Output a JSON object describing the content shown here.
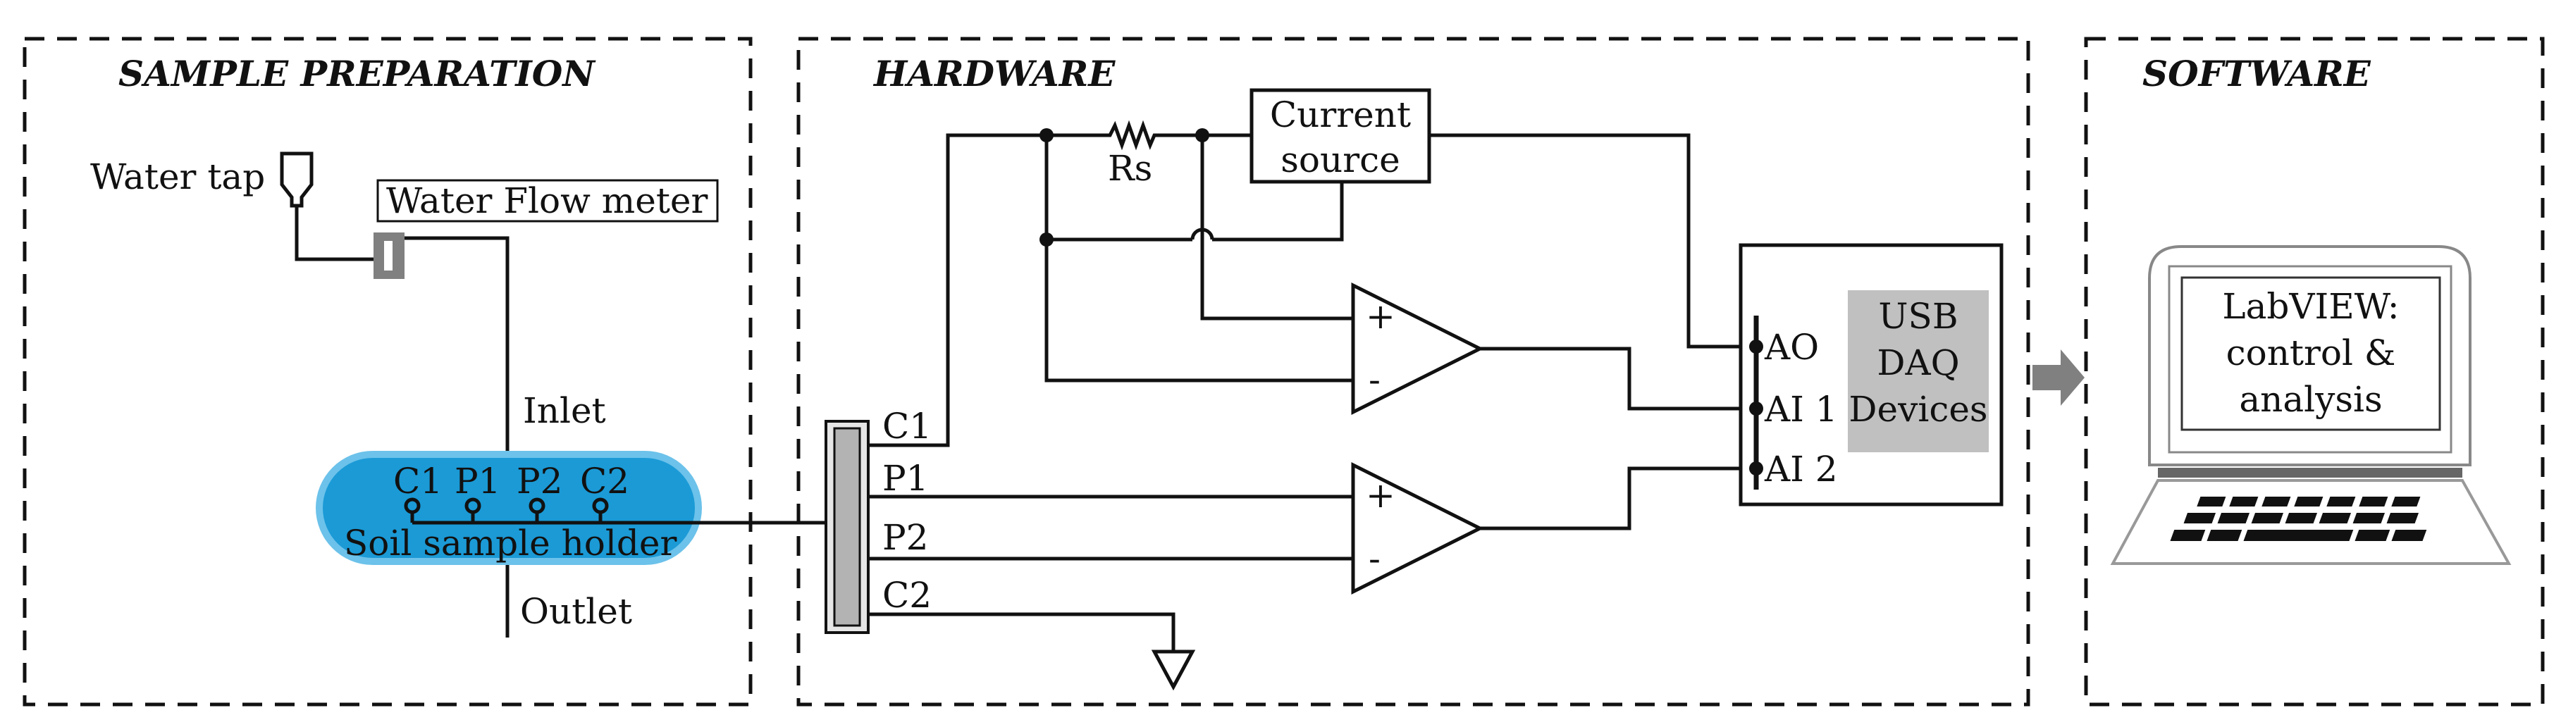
{
  "sections": {
    "sample_prep": "SAMPLE PREPARATION",
    "hardware": "HARDWARE",
    "software": "SOFTWARE"
  },
  "sample": {
    "water_tap": "Water tap",
    "flow_meter": "Water Flow meter",
    "inlet": "Inlet",
    "outlet": "Outlet",
    "electrodes": [
      "C1",
      "P1",
      "P2",
      "C2"
    ],
    "holder": "Soil sample holder",
    "holder_color": "#1b9ad6"
  },
  "hardware": {
    "resistor": "Rs",
    "current_source": [
      "Current",
      "source"
    ],
    "pins": [
      "C1",
      "P1",
      "P2",
      "C2"
    ],
    "opamp_plus": "+",
    "opamp_minus": "-",
    "daq_ports": [
      "AO",
      "AI 1",
      "AI 2"
    ],
    "daq_label": [
      "USB",
      "DAQ",
      "Devices"
    ]
  },
  "software": {
    "screen_text": [
      "LabVIEW:",
      "control &",
      "analysis"
    ]
  },
  "colors": {
    "daq_fill": "#c0c0c0",
    "arrow": "#808080"
  }
}
